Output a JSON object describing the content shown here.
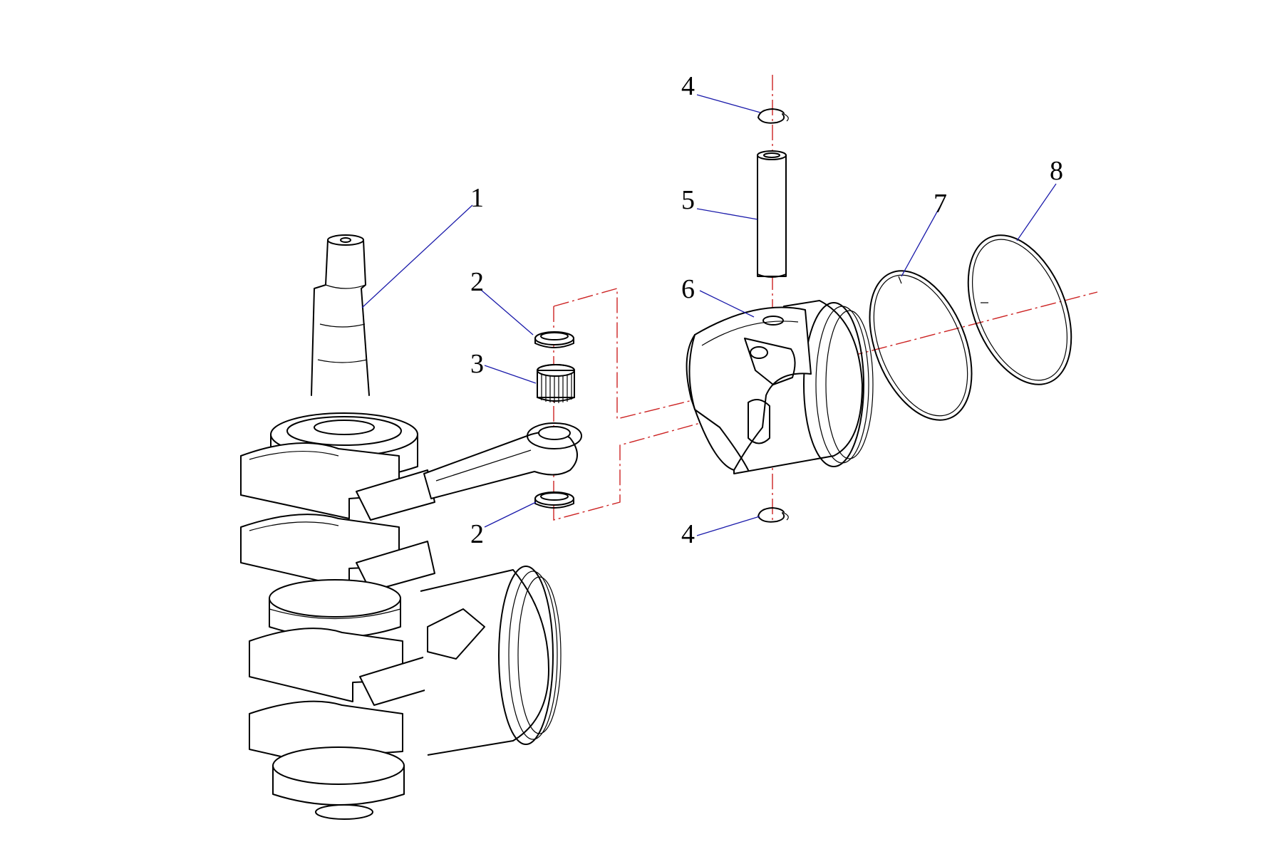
{
  "colors": {
    "line": "#000000",
    "leader": "#1a1aaa",
    "center_line": "#cc2222",
    "label": "#000000"
  },
  "callouts": [
    {
      "id": "c1",
      "label": "1"
    },
    {
      "id": "c2a",
      "label": "2"
    },
    {
      "id": "c2b",
      "label": "2"
    },
    {
      "id": "c3",
      "label": "3"
    },
    {
      "id": "c4a",
      "label": "4"
    },
    {
      "id": "c4b",
      "label": "4"
    },
    {
      "id": "c5",
      "label": "5"
    },
    {
      "id": "c6",
      "label": "6"
    },
    {
      "id": "c7",
      "label": "7"
    },
    {
      "id": "c8",
      "label": "8"
    }
  ]
}
